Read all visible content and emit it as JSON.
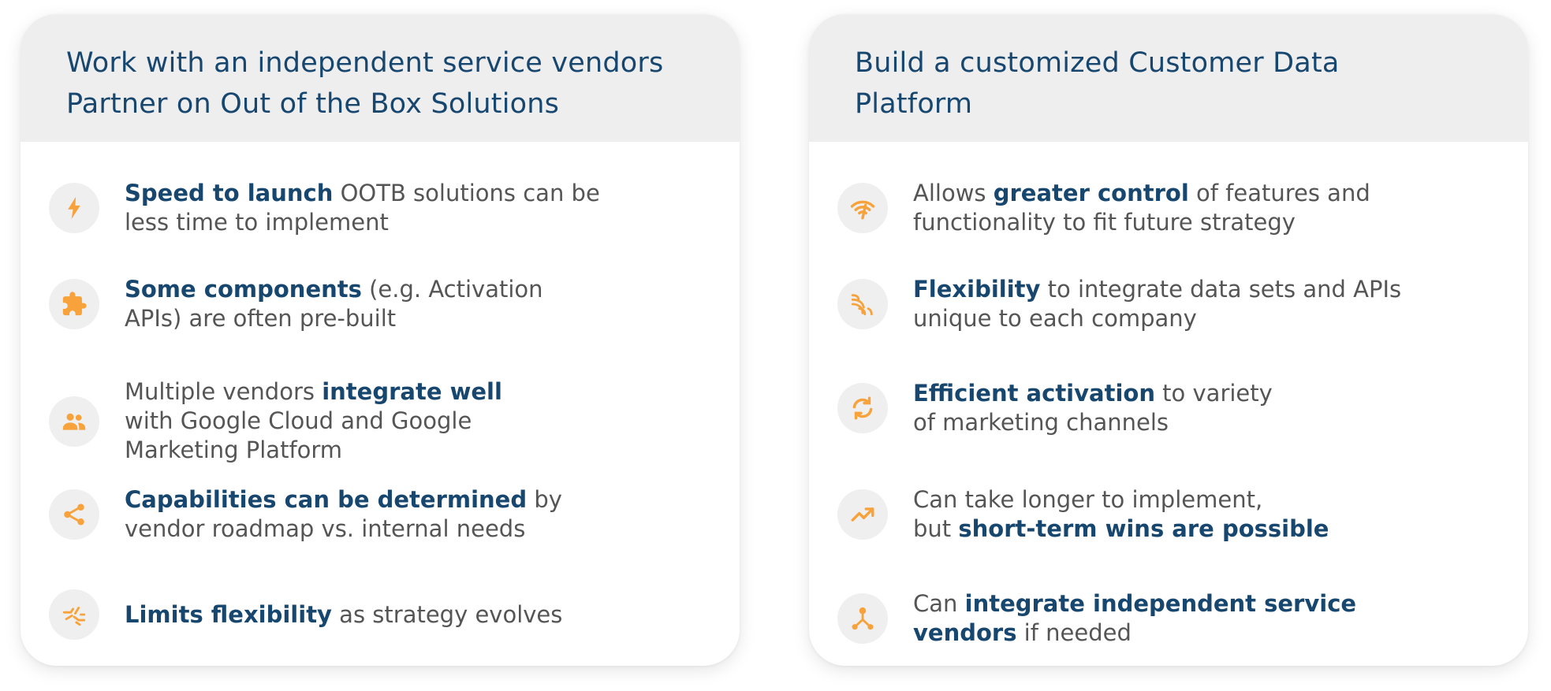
{
  "colors": {
    "heading": "#17466e",
    "body_text": "#555555",
    "icon": "#f7a23b",
    "header_bg": "#eeeeef",
    "icon_bg": "#efefef"
  },
  "left_card": {
    "title_line1": "Work with an independent service vendors",
    "title_line2": "Partner on Out of the Box Solutions",
    "items": [
      {
        "icon": "lightning-bolt-icon",
        "bold": "Speed to launch",
        "rest_line1": " OOTB solutions can be",
        "rest_line2": "less time to implement"
      },
      {
        "icon": "puzzle-piece-icon",
        "bold": "Some components",
        "rest_line1": " (e.g. Activation",
        "rest_line2": "APIs) are often pre-built"
      },
      {
        "icon": "people-group-icon",
        "pre": "Multiple vendors ",
        "bold": "integrate well",
        "rest_line2": "with Google Cloud and Google",
        "rest_line3": "Marketing Platform"
      },
      {
        "icon": "share-nodes-icon",
        "bold": "Capabilities can be determined",
        "rest_line1": " by",
        "rest_line2": "vendor roadmap vs. internal needs"
      },
      {
        "icon": "broken-lines-icon",
        "bold": "Limits flexibility",
        "rest_line1": " as strategy evolves"
      }
    ]
  },
  "right_card": {
    "title_line1": "Build a customized Customer Data",
    "title_line2": "Platform",
    "items": [
      {
        "icon": "control-signal-icon",
        "pre": "Allows ",
        "bold": "greater control",
        "rest_line1": " of features and",
        "rest_line2": "functionality to fit future strategy"
      },
      {
        "icon": "flex-waves-icon",
        "bold": "Flexibility",
        "rest_line1": " to integrate data sets and APIs",
        "rest_line2": "unique to each company"
      },
      {
        "icon": "refresh-arrows-icon",
        "bold": "Efficient activation",
        "rest_line1": " to variety",
        "rest_line2": "of marketing channels"
      },
      {
        "icon": "trending-up-icon",
        "pre": "Can take longer to implement,",
        "pre2": "but ",
        "bold": "short-term wins are possible"
      },
      {
        "icon": "merge-nodes-icon",
        "pre": "Can ",
        "bold": "integrate independent service",
        "bold2": "vendors",
        "rest_line2": " if needed"
      }
    ]
  }
}
